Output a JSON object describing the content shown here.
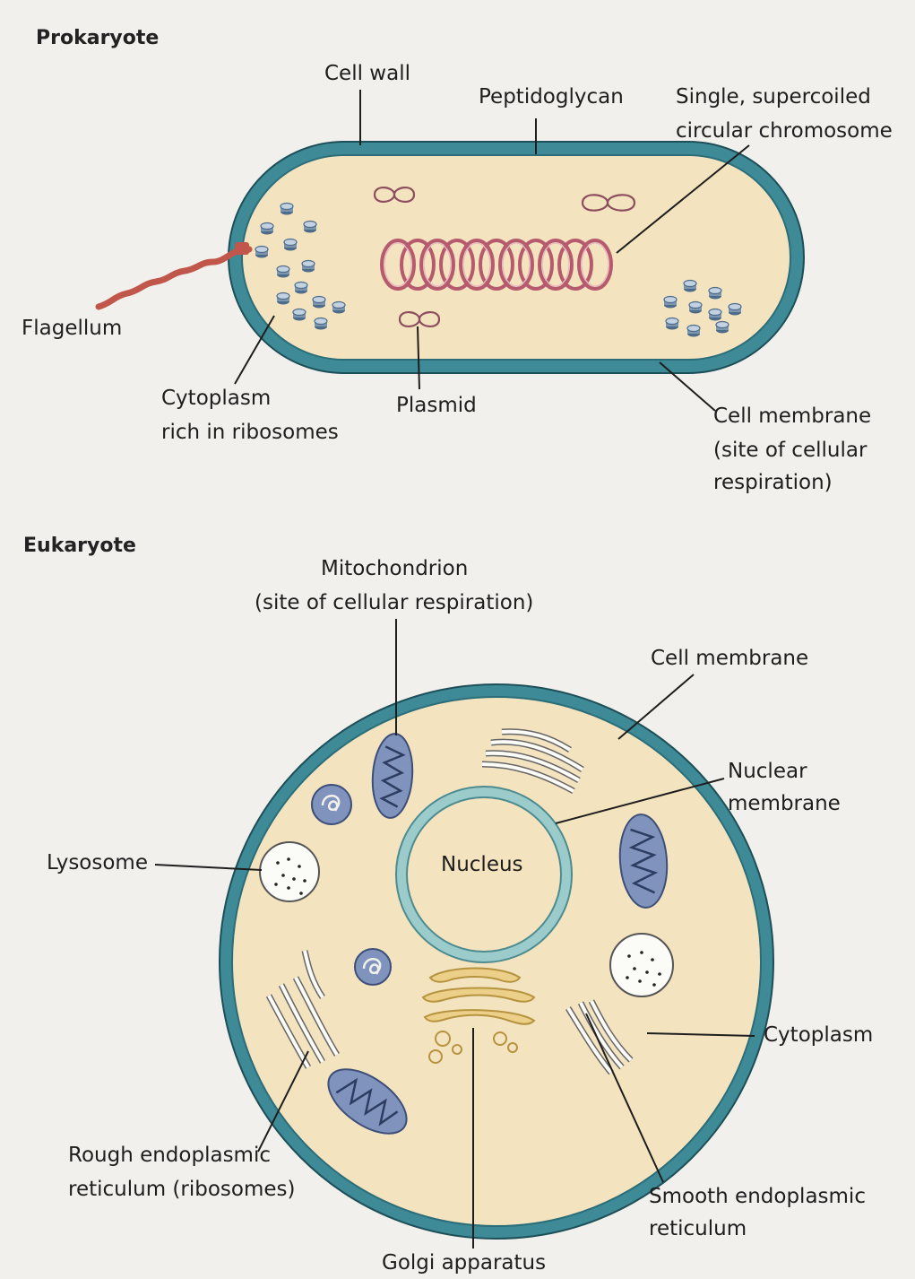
{
  "prokaryote": {
    "title": "Prokaryote",
    "labels": {
      "cell_wall": "Cell wall",
      "peptidoglycan": "Peptidoglycan",
      "chromosome_1": "Single, supercoiled",
      "chromosome_2": "circular chromosome",
      "flagellum": "Flagellum",
      "cytoplasm_1": "Cytoplasm",
      "cytoplasm_2": "rich in ribosomes",
      "plasmid": "Plasmid",
      "membrane_1": "Cell membrane",
      "membrane_2": "(site of cellular",
      "membrane_3": "respiration)"
    }
  },
  "eukaryote": {
    "title": "Eukaryote",
    "labels": {
      "mitochondrion_1": "Mitochondrion",
      "mitochondrion_2": "(site of cellular respiration)",
      "cell_membrane": "Cell membrane",
      "nuclear_membrane_1": "Nuclear",
      "nuclear_membrane_2": "membrane",
      "lysosome": "Lysosome",
      "nucleus": "Nucleus",
      "cytoplasm": "Cytoplasm",
      "rough_er_1": "Rough endoplasmic",
      "rough_er_2": "reticulum (ribosomes)",
      "smooth_er_1": "Smooth endoplasmic",
      "smooth_er_2": "reticulum",
      "golgi": "Golgi apparatus"
    }
  },
  "colors": {
    "membrane": "#3e8a96",
    "cytoplasm": "#f4e3bf",
    "chromosome": "#b65a6e",
    "flagellum": "#c0574a",
    "ribosome": "#7d96b0",
    "mitochondrion": "#7f93bd",
    "golgi": "#ecd089",
    "nucleus_rim": "#9ccbcb"
  }
}
